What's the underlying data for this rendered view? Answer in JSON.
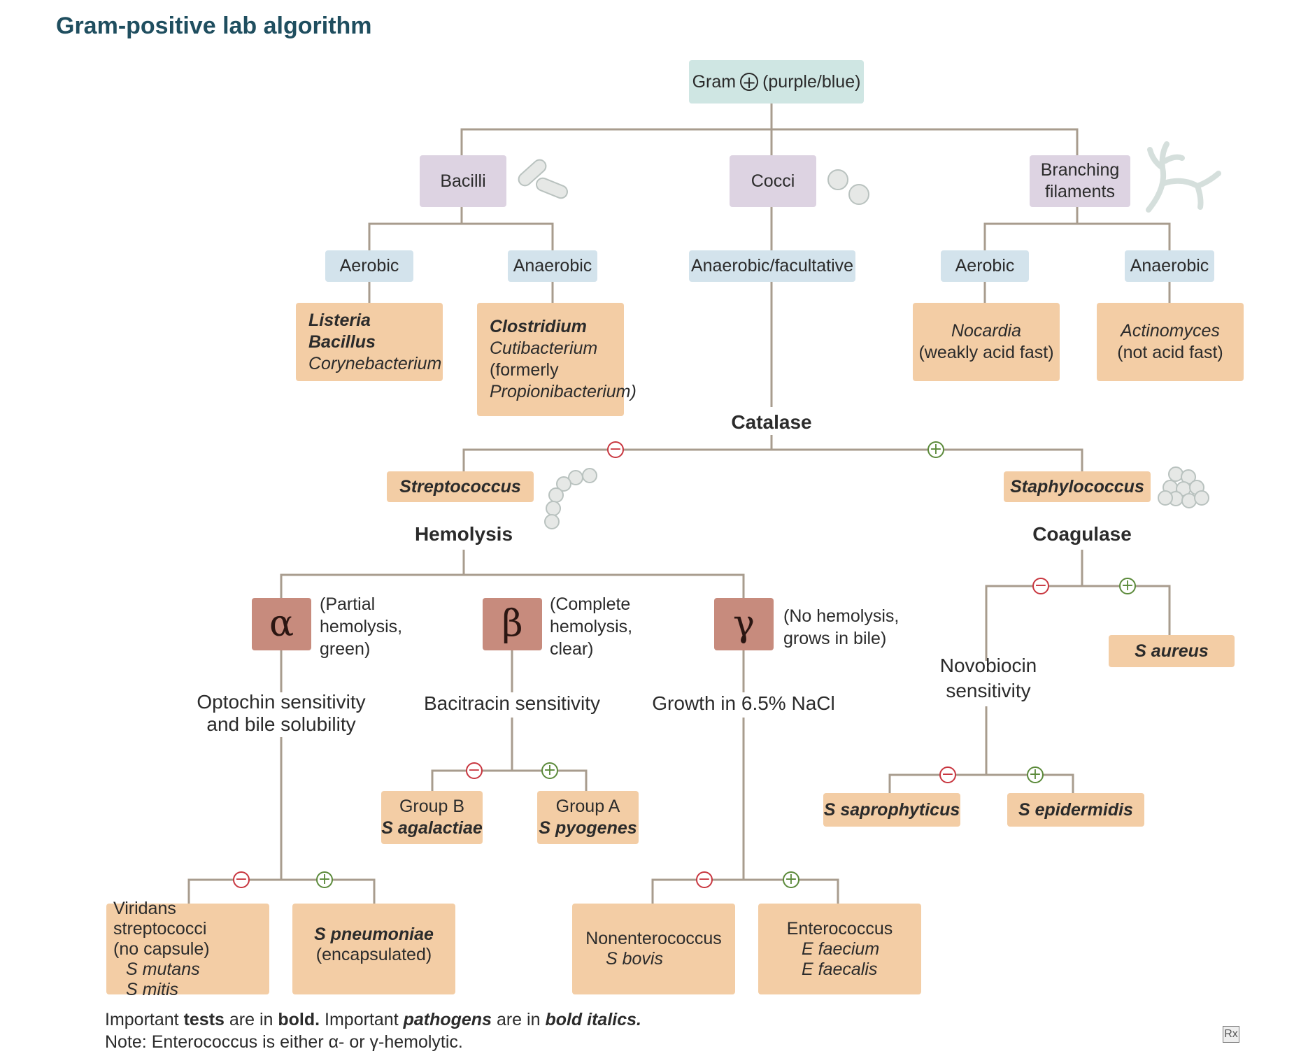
{
  "title": "Gram-positive lab algorithm",
  "root": {
    "pre": "Gram",
    "sym": "+",
    "post": "(purple/blue)"
  },
  "shapes": {
    "bacilli": "Bacilli",
    "cocci": "Cocci",
    "branching_1": "Branching",
    "branching_2": "filaments"
  },
  "oxygen": {
    "bacilli_aerobic": "Aerobic",
    "bacilli_anaerobic": "Anaerobic",
    "cocci": "Anaerobic/facultative",
    "branch_aerobic": "Aerobic",
    "branch_anaerobic": "Anaerobic"
  },
  "organisms": {
    "listeria": "Listeria",
    "bacillus": "Bacillus",
    "corynebacterium": "Corynebacterium",
    "clostridium": "Clostridium",
    "cutibacterium": "Cutibacterium",
    "formerly": "(formerly",
    "propionibacterium": "Propionibacterium)",
    "nocardia": "Nocardia",
    "nocardia_note": "(weakly acid fast)",
    "actinomyces": "Actinomyces",
    "actinomyces_note": "(not acid fast)",
    "streptococcus": "Streptococcus",
    "staphylococcus": "Staphylococcus",
    "s_aureus": "S aureus",
    "group_b": "Group B",
    "s_agalactiae": "S agalactiae",
    "group_a": "Group A",
    "s_pyogenes": "S pyogenes",
    "s_saprophyticus": "S saprophyticus",
    "s_epidermidis": "S epidermidis",
    "viridans": "Viridans streptococci",
    "no_capsule": "(no capsule)",
    "s_mutans": "S mutans",
    "s_mitis": "S mitis",
    "s_pneumoniae": "S pneumoniae",
    "encapsulated": "(encapsulated)",
    "nonenterococcus": "Nonenterococcus",
    "s_bovis": "S bovis",
    "enterococcus": "Enterococcus",
    "e_faecium": "E faecium",
    "e_faecalis": "E faecalis"
  },
  "tests": {
    "catalase": "Catalase",
    "hemolysis": "Hemolysis",
    "coagulase": "Coagulase",
    "optochin_1": "Optochin sensitivity",
    "optochin_2": "and bile solubility",
    "bacitracin": "Bacitracin sensitivity",
    "nacl": "Growth in 6.5% NaCl",
    "novobiocin_1": "Novobiocin",
    "novobiocin_2": "sensitivity"
  },
  "hemolysis_types": {
    "alpha": "α",
    "alpha_note_1": "(Partial",
    "alpha_note_2": "hemolysis,",
    "alpha_note_3": "green)",
    "beta": "β",
    "beta_note_1": "(Complete",
    "beta_note_2": "hemolysis,",
    "beta_note_3": "clear)",
    "gamma": "γ",
    "gamma_note_1": "(No hemolysis,",
    "gamma_note_2": "grows in bile)"
  },
  "signs": {
    "neg": "−",
    "pos": "+"
  },
  "footer": {
    "l1_a": "Important ",
    "l1_b": "tests",
    "l1_c": " are in ",
    "l1_d": "bold.",
    "l1_e": " Important ",
    "l1_f": "pathogens",
    "l1_g": " are in ",
    "l1_h": "bold italics.",
    "l2": "Note: Enterococcus is either α- or γ-hemolytic."
  },
  "logo": "Rx",
  "colors": {
    "title": "#1f4e5f",
    "line": "#a89c8e",
    "neg": "#c8363f",
    "pos": "#5b8a3a",
    "root": "#cfe6e3",
    "shape": "#ddd3e2",
    "oxygen": "#d3e3ec",
    "organism": "#f3cda5",
    "hemolysis": "#c78b7d"
  }
}
